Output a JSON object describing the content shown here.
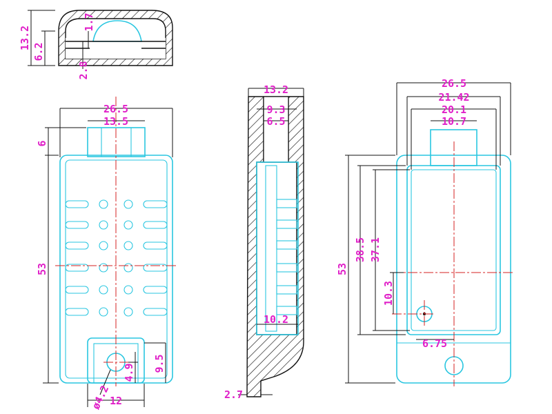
{
  "colors": {
    "outline": "#29c6e0",
    "dimension_text": "#e020c8",
    "centerline": "#d42020",
    "line": "#111111"
  },
  "top_view": {
    "height": "13.2",
    "lower": "6.2",
    "wall": "2.8",
    "gap": "1.7"
  },
  "front_view": {
    "width": "26.5",
    "tab_width": "13.5",
    "tab_height": "6",
    "height": "53",
    "hole_dia": "ø4.2",
    "hole_offset": "4.9",
    "slot_height": "9.5",
    "slot_width": "12"
  },
  "section_view": {
    "width": "13.2",
    "inner_1": "9.3",
    "inner_2": "6.5",
    "bottom_width": "10.2",
    "wall": "2.7"
  },
  "back_view": {
    "width": "26.5",
    "inner_1": "21.42",
    "inner_2": "20.1",
    "tab_width": "10.7",
    "height": "53",
    "inner_height": "38.5",
    "inner_height_2": "37.1",
    "hole_height": "10.3",
    "hole_offset": "6.75"
  }
}
